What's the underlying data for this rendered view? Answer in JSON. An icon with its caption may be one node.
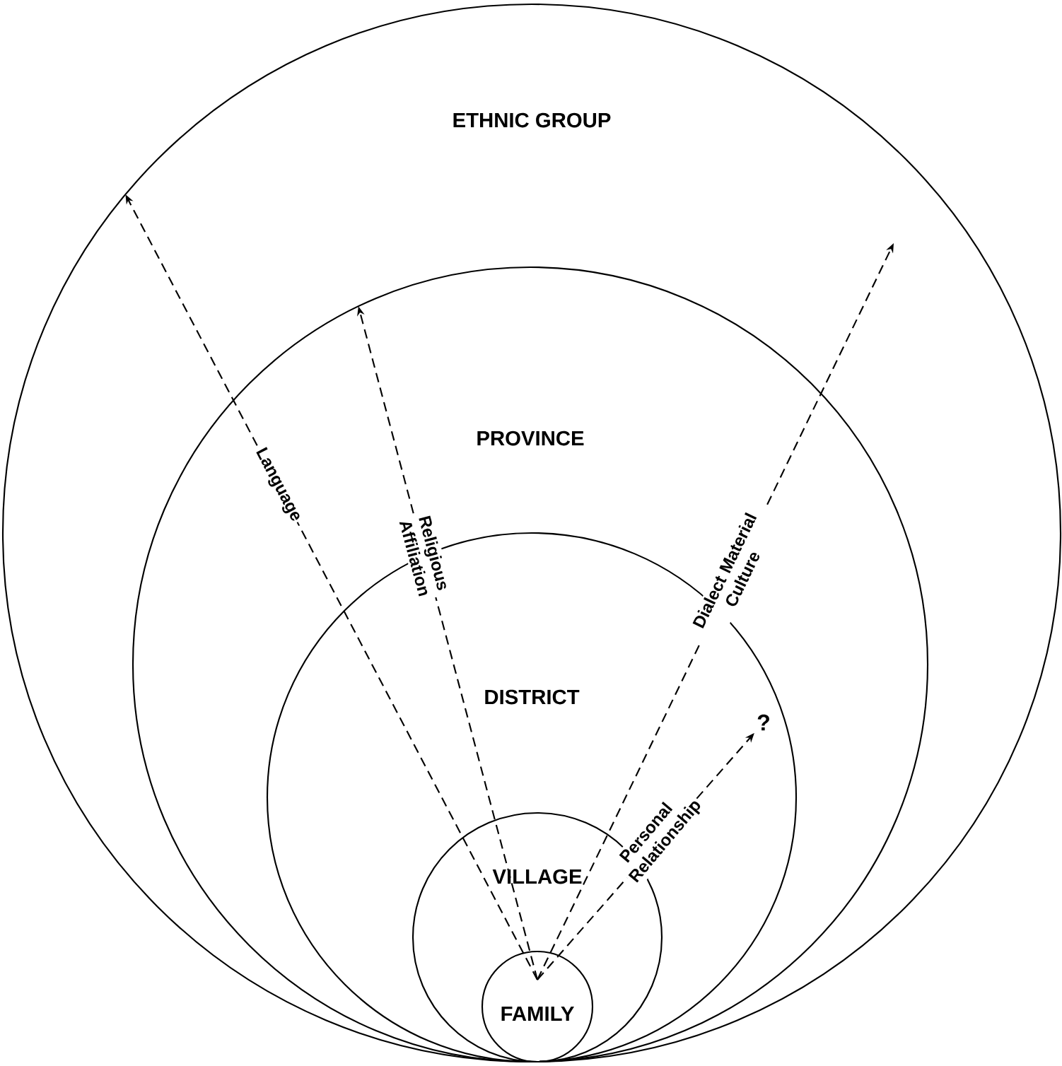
{
  "diagram": {
    "nodes": [
      {
        "text": [
          "ETHNIC GROUP"
        ]
      },
      {
        "text": [
          "PROVINCE"
        ],
        "in": 0
      },
      {
        "text": [
          "DISTRICT"
        ],
        "in": 1
      },
      {
        "text": [
          "VILLAGE"
        ],
        "in": 2
      },
      {
        "text": [
          "FAMILY"
        ],
        "in": 3
      },
      {
        "text": [
          "?"
        ],
        "in": 2
      }
    ],
    "edges": [
      {
        "from": 4,
        "to": 0,
        "arrow": "to",
        "label": "Language",
        "style": "dashed"
      },
      {
        "from": 4,
        "to": 1,
        "arrow": "to",
        "label": "Religious Affiliation",
        "style": "dashed"
      },
      {
        "from": 4,
        "to": null,
        "arrow": "to",
        "label": "Dialect Material Culture",
        "style": "dashed"
      },
      {
        "from": 4,
        "to": 5,
        "arrow": "to",
        "label": "Personal Relationship",
        "style": "dashed"
      }
    ]
  }
}
